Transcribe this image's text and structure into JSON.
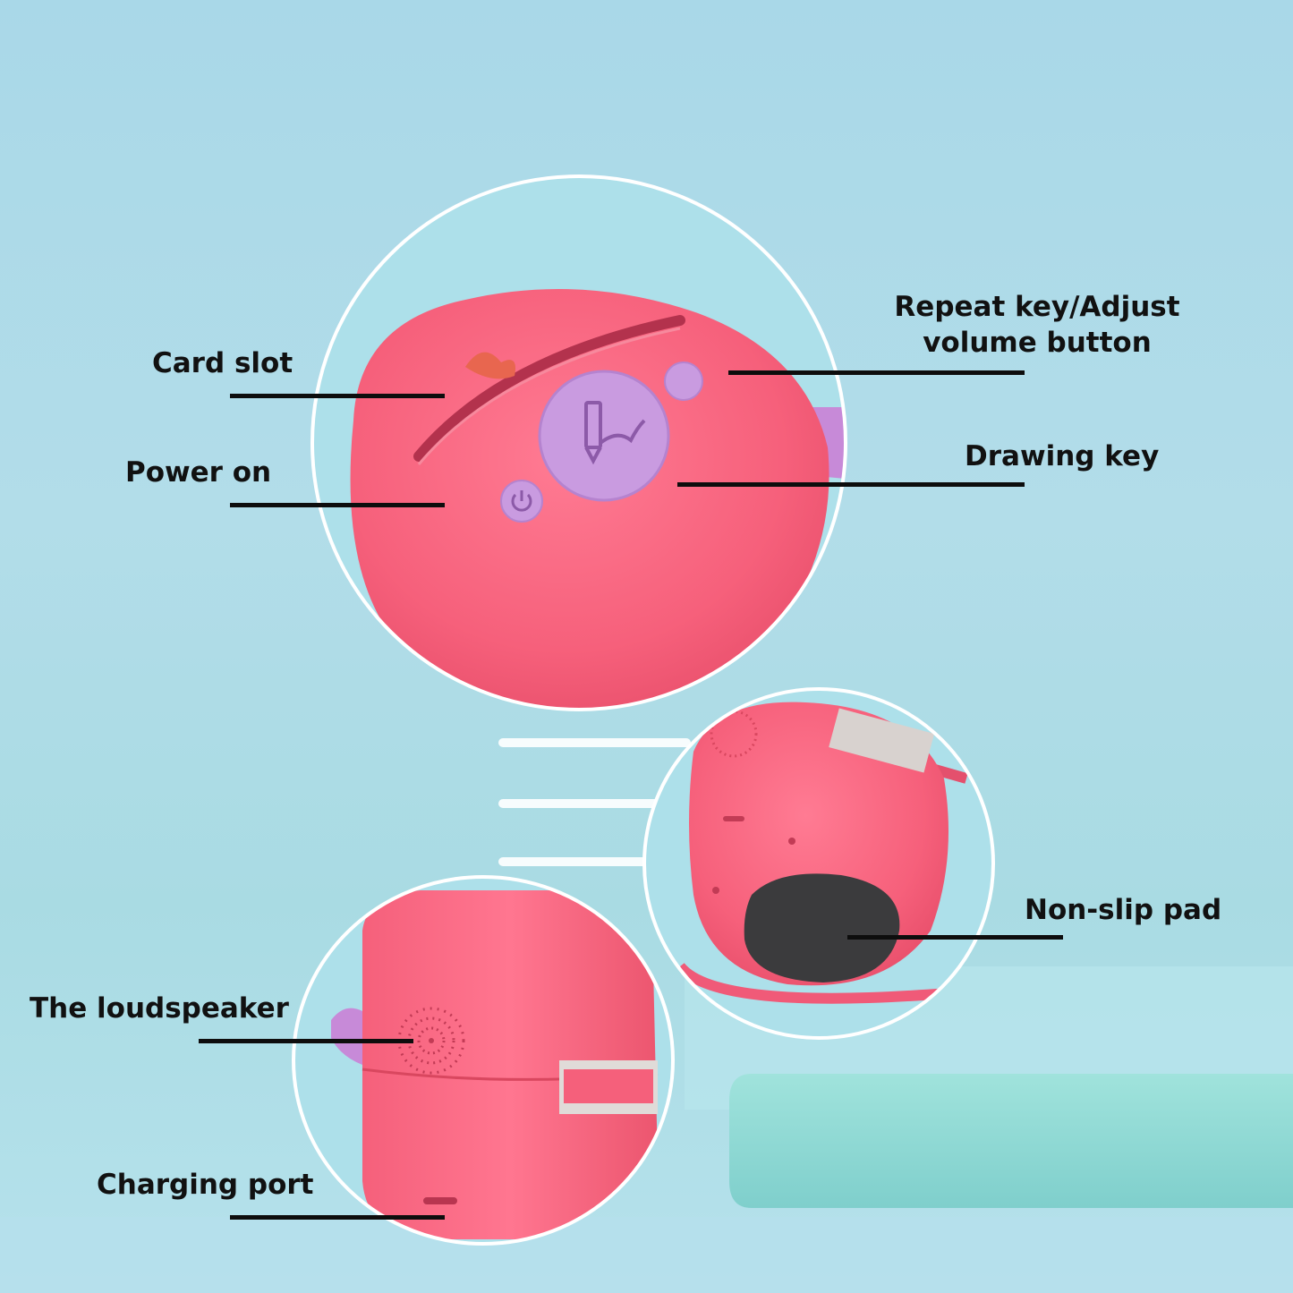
{
  "labels": {
    "card_slot": "Card slot",
    "power_on": "Power on",
    "repeat_line1": "Repeat key/Adjust",
    "repeat_line2": "volume button",
    "drawing_key": "Drawing key",
    "non_slip_pad": "Non-slip pad",
    "loudspeaker": "The loudspeaker",
    "charging_port": "Charging port"
  },
  "colors": {
    "background": "#a9d8e8",
    "device_body": "#f7617c",
    "button_purple": "#c99be0",
    "pad": "#3d3d3d",
    "pedestal": "#8ed8d6",
    "circle_outline": "#ffffff"
  },
  "icons": {
    "drawing_key": "pencil-icon",
    "power_button": "power-icon",
    "speaker": "speaker-grille-icon"
  }
}
